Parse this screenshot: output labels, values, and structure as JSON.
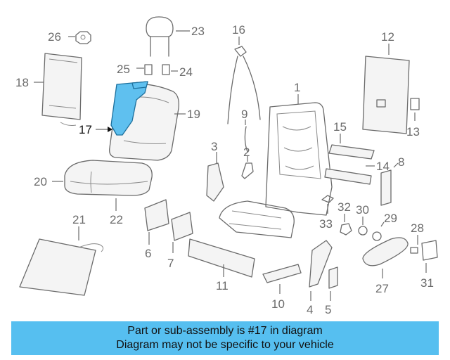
{
  "diagram": {
    "highlighted_part": "17",
    "highlight_color": "#5fc0ef",
    "labels": [
      "1",
      "2",
      "3",
      "4",
      "5",
      "6",
      "7",
      "8",
      "9",
      "10",
      "11",
      "12",
      "13",
      "14",
      "15",
      "16",
      "17",
      "18",
      "19",
      "20",
      "21",
      "22",
      "23",
      "24",
      "25",
      "26",
      "27",
      "28",
      "29",
      "30",
      "31",
      "32",
      "33"
    ]
  },
  "banner": {
    "line1": "Part or sub-assembly is #17 in diagram",
    "line2": "Diagram may not be specific to your vehicle",
    "background": "#56bff0"
  }
}
